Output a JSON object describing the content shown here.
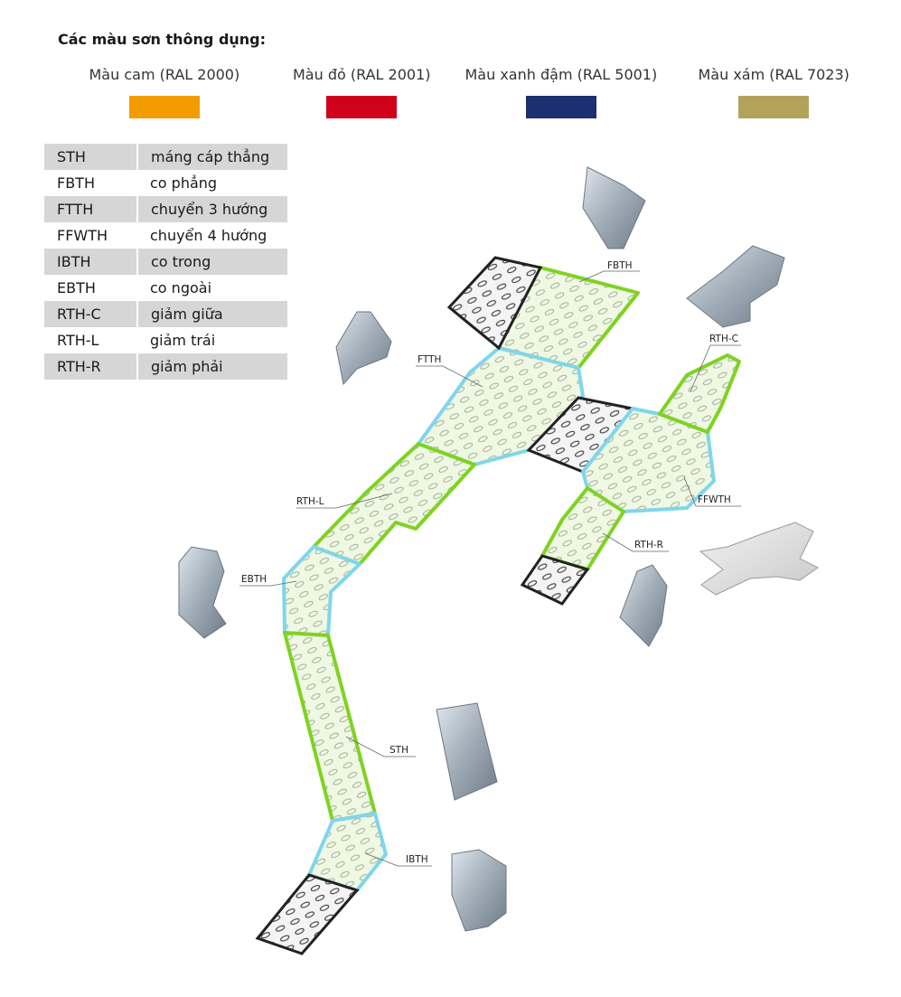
{
  "heading": "Các màu sơn thông dụng:",
  "colors": [
    {
      "label": "Màu cam (RAL 2000)",
      "hex": "#F29C00"
    },
    {
      "label": "Màu đỏ (RAL 2001)",
      "hex": "#D0021B"
    },
    {
      "label": "Màu xanh đậm (RAL 5001)",
      "hex": "#1C2F6E"
    },
    {
      "label": "Màu xám (RAL 7023)",
      "hex": "#B3A25B"
    }
  ],
  "codes": [
    {
      "code": "STH",
      "desc": "máng cáp thẳng"
    },
    {
      "code": "FBTH",
      "desc": "co phẳng"
    },
    {
      "code": "FTTH",
      "desc": "chuyển 3 hướng"
    },
    {
      "code": "FFWTH",
      "desc": "chuyển 4 hướng"
    },
    {
      "code": "IBTH",
      "desc": "co trong"
    },
    {
      "code": "EBTH",
      "desc": "co ngoài"
    },
    {
      "code": "RTH-C",
      "desc": "giảm giữa"
    },
    {
      "code": "RTH-L",
      "desc": "giảm trái"
    },
    {
      "code": "RTH-R",
      "desc": "giảm phải"
    }
  ],
  "callouts": {
    "fbth": "FBTH",
    "ftth": "FTTH",
    "rthc": "RTH-C",
    "rthl": "RTH-L",
    "ffwth": "FFWTH",
    "rthr": "RTH-R",
    "ebth": "EBTH",
    "sth": "STH",
    "ibth": "IBTH"
  },
  "diagram_colors": {
    "green": "#7ED321",
    "cyan": "#7FD6EC",
    "tray_fill": "#EEF8E2",
    "black": "#222222",
    "metal": "#A9B4BE"
  }
}
